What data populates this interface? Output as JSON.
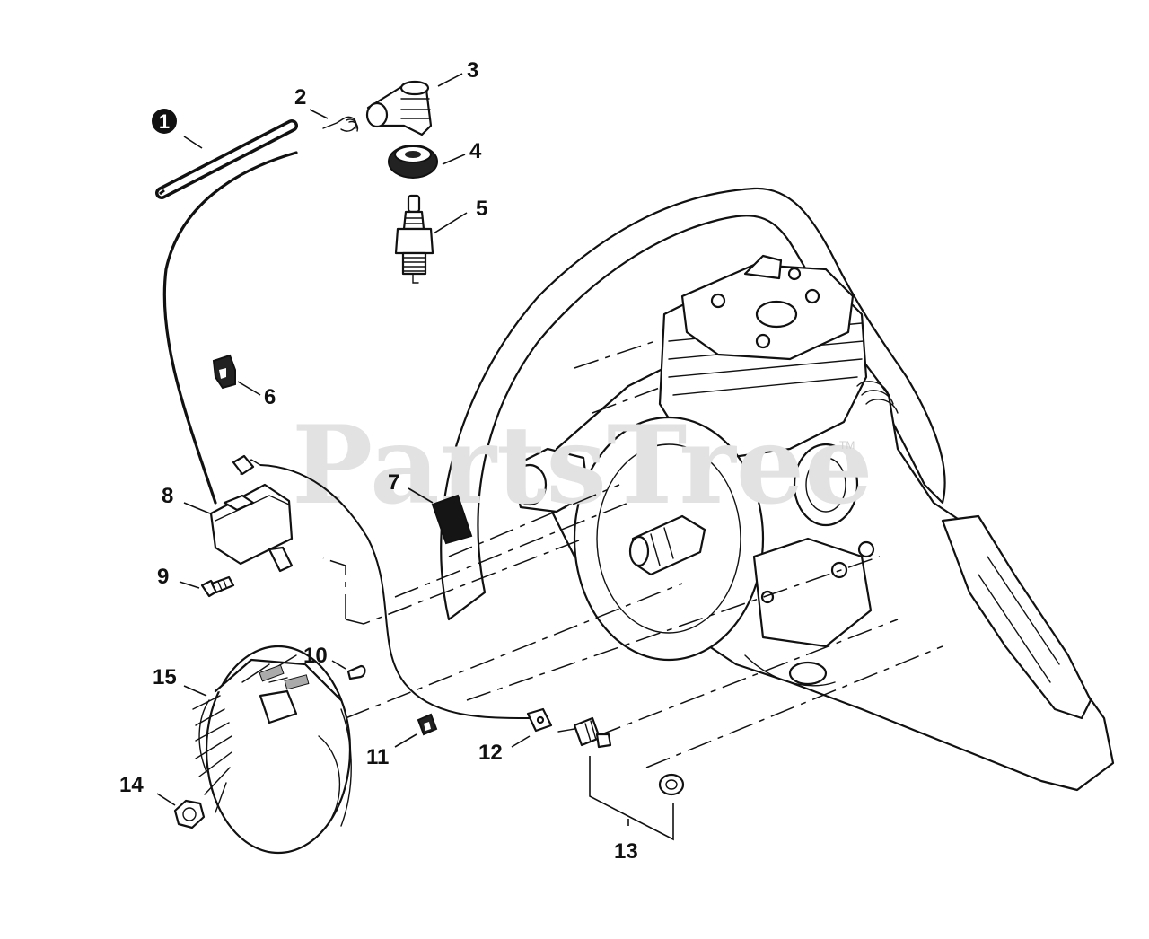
{
  "watermark": {
    "text": "PartsTree",
    "tm": "TM"
  },
  "callouts": [
    {
      "id": "1",
      "label": "1",
      "style": "badge"
    },
    {
      "id": "2",
      "label": "2",
      "style": "plain"
    },
    {
      "id": "3",
      "label": "3",
      "style": "plain"
    },
    {
      "id": "4",
      "label": "4",
      "style": "plain"
    },
    {
      "id": "5",
      "label": "5",
      "style": "plain"
    },
    {
      "id": "6",
      "label": "6",
      "style": "plain"
    },
    {
      "id": "7",
      "label": "7",
      "style": "plain"
    },
    {
      "id": "8",
      "label": "8",
      "style": "plain"
    },
    {
      "id": "9",
      "label": "9",
      "style": "plain"
    },
    {
      "id": "10",
      "label": "10",
      "style": "plain"
    },
    {
      "id": "11",
      "label": "11",
      "style": "plain"
    },
    {
      "id": "12",
      "label": "12",
      "style": "plain"
    },
    {
      "id": "13",
      "label": "13",
      "style": "plain"
    },
    {
      "id": "14",
      "label": "14",
      "style": "plain"
    },
    {
      "id": "15",
      "label": "15",
      "style": "plain"
    }
  ],
  "colors": {
    "ink": "#111111",
    "watermark": "#e2e2e2",
    "background": "#ffffff"
  }
}
